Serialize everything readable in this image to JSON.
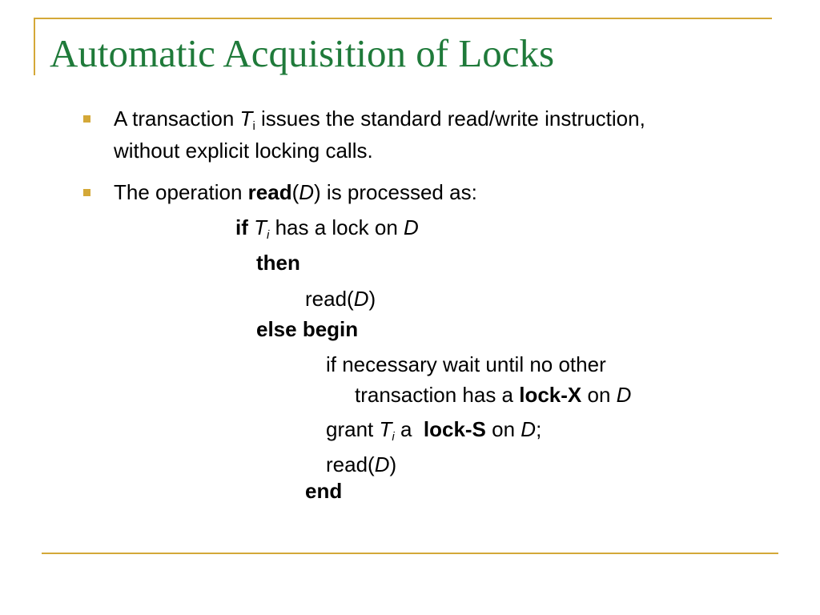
{
  "title": "Automatic Acquisition of Locks",
  "colors": {
    "title": "#1F7A3A",
    "accent": "#D4A838",
    "bullet_marker": "#D4A838"
  },
  "bullets": [
    {
      "line1_pre": "A transaction ",
      "var_T": "T",
      "sub_i": "i",
      "line1_post": " issues the standard read/write instruction,",
      "line2": "without explicit locking calls."
    },
    {
      "pre": "The operation ",
      "read_kw": "read",
      "open": "(",
      "var_D": "D",
      "post": ") is processed as:"
    }
  ],
  "code": {
    "if_kw": "if",
    "if_T": "T",
    "if_sub": "i",
    "if_mid": " has a lock on ",
    "if_D": "D",
    "then_kw": "then",
    "read1_pre": "read(",
    "read1_D": "D",
    "read1_post": ")",
    "else_begin": "else begin",
    "wait_line1": "if necessary wait until no other",
    "wait_line2_pre": "transaction has a ",
    "wait_lock_x": "lock-X",
    "wait_line2_mid": " on ",
    "wait_D": "D",
    "grant_pre": "grant ",
    "grant_T": "T",
    "grant_sub": "i",
    "grant_a": " a  ",
    "grant_lock_s": "lock-S",
    "grant_on": " on ",
    "grant_D": "D",
    "grant_semi": ";",
    "read2_pre": "read(",
    "read2_D": "D",
    "read2_post": ")",
    "end_kw": "end"
  }
}
